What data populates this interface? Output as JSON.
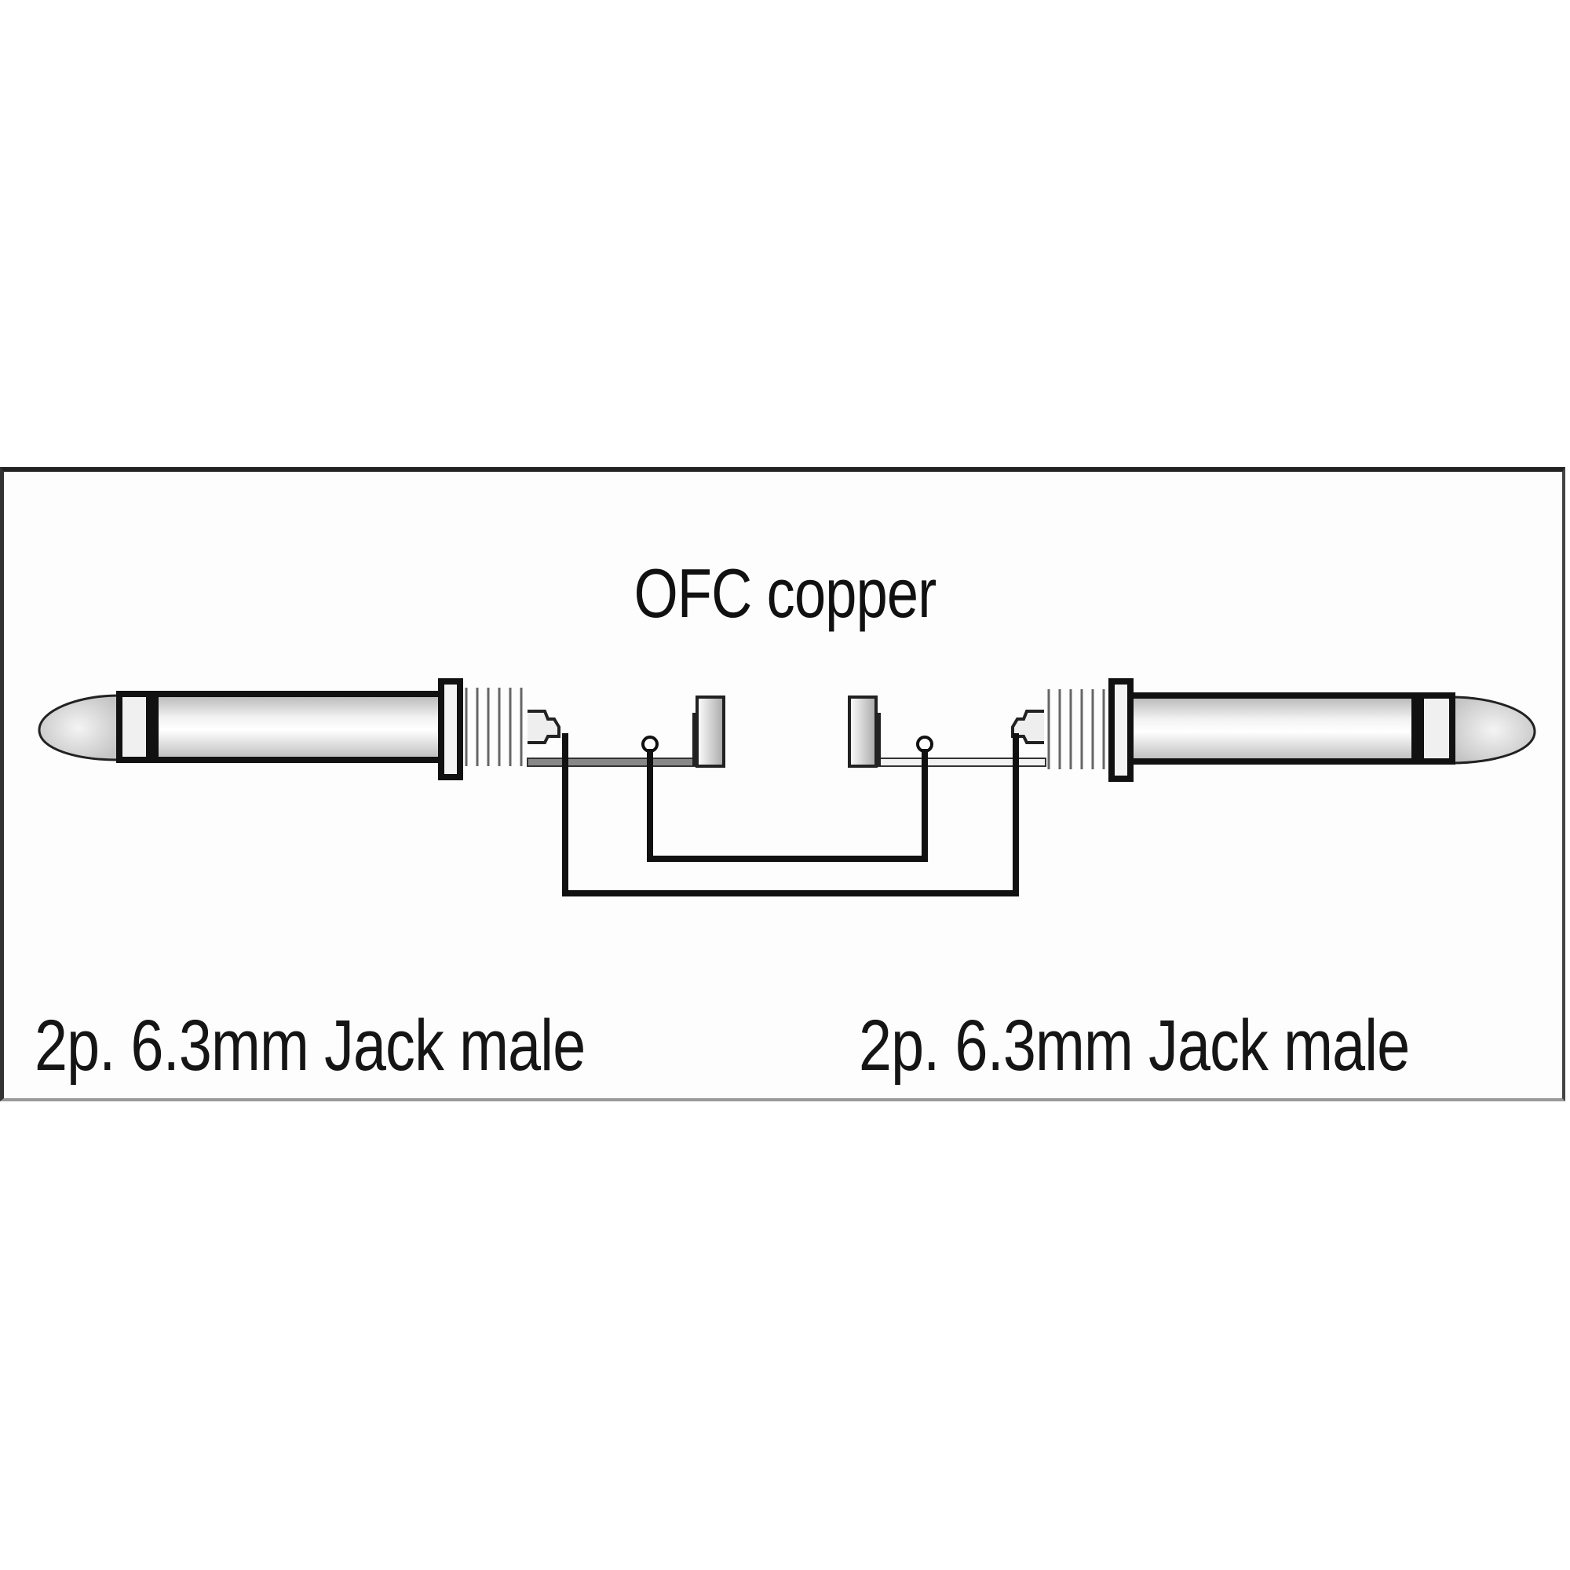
{
  "diagram": {
    "title": "OFC copper",
    "connectors": [
      {
        "side": "left",
        "label": "2p. 6.3mm Jack male",
        "type": "jack-plug"
      },
      {
        "side": "right",
        "label": "2p. 6.3mm Jack male",
        "type": "jack-plug"
      }
    ],
    "wires": [
      {
        "name": "tip-wire",
        "from": "left-tip",
        "to": "right-tip"
      },
      {
        "name": "sleeve-wire",
        "from": "left-sleeve",
        "to": "right-sleeve"
      }
    ],
    "colors": {
      "line": "#111111",
      "frame_top": "#222222",
      "frame_bottom": "#9a9a9a",
      "metal_light": "#f4f4f4",
      "metal_dark": "#c8c8c8"
    }
  }
}
